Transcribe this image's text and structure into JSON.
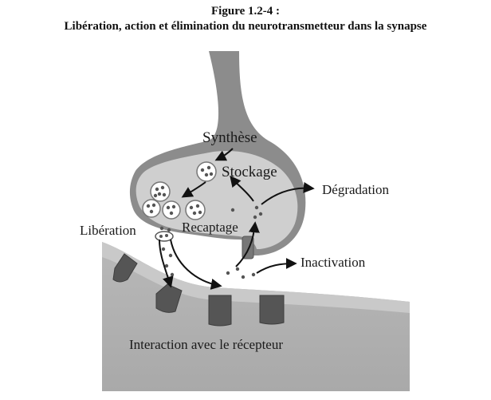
{
  "figure": {
    "number": "Figure 1.2-4 :",
    "title": "Libération, action et élimination du neurotransmetteur dans la synapse"
  },
  "labels": {
    "synthese": "Synthèse",
    "stockage": "Stockage",
    "degradation": "Dégradation",
    "liberation": "Libération",
    "recaptage": "Recaptage",
    "inactivation": "Inactivation",
    "interaction": "Interaction avec le récepteur"
  }
}
